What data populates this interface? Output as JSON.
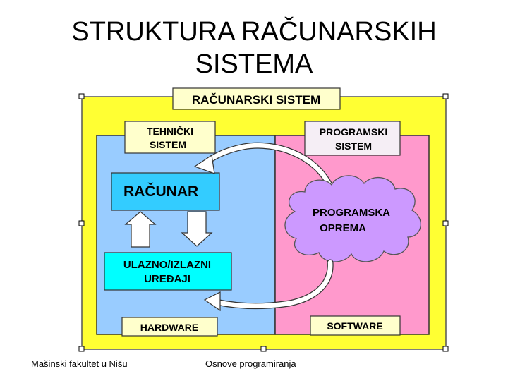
{
  "slide": {
    "title_line1": "STRUKTURA RAČUNARSKIH",
    "title_line2": "SISTEMA"
  },
  "diagram": {
    "system_label": "RAČUNARSKI SISTEM",
    "technical_line1": "TEHNIČKI",
    "technical_line2": "SISTEM",
    "program_line1": "PROGRAMSKI",
    "program_line2": "SISTEM",
    "computer_label": "RAČUNAR",
    "io_line1": "ULAZNO/IZLAZNI",
    "io_line2": "UREĐAJI",
    "software_line1": "PROGRAMSKA",
    "software_line2": "OPREMA",
    "hardware_label": "HARDWARE",
    "software_label": "SOFTWARE",
    "colors": {
      "outer": "#ffff33",
      "hardware_panel": "#99ccff",
      "software_panel": "#ff99cc",
      "computer_box": "#33ccff",
      "io_box": "#00ffff",
      "cloud": "#cc99ff",
      "label_box": "#ffffcc",
      "program_box": "#f5eef5"
    }
  },
  "footer": {
    "left": "Mašinski fakultet u Nišu",
    "right": "Osnove programiranja"
  }
}
